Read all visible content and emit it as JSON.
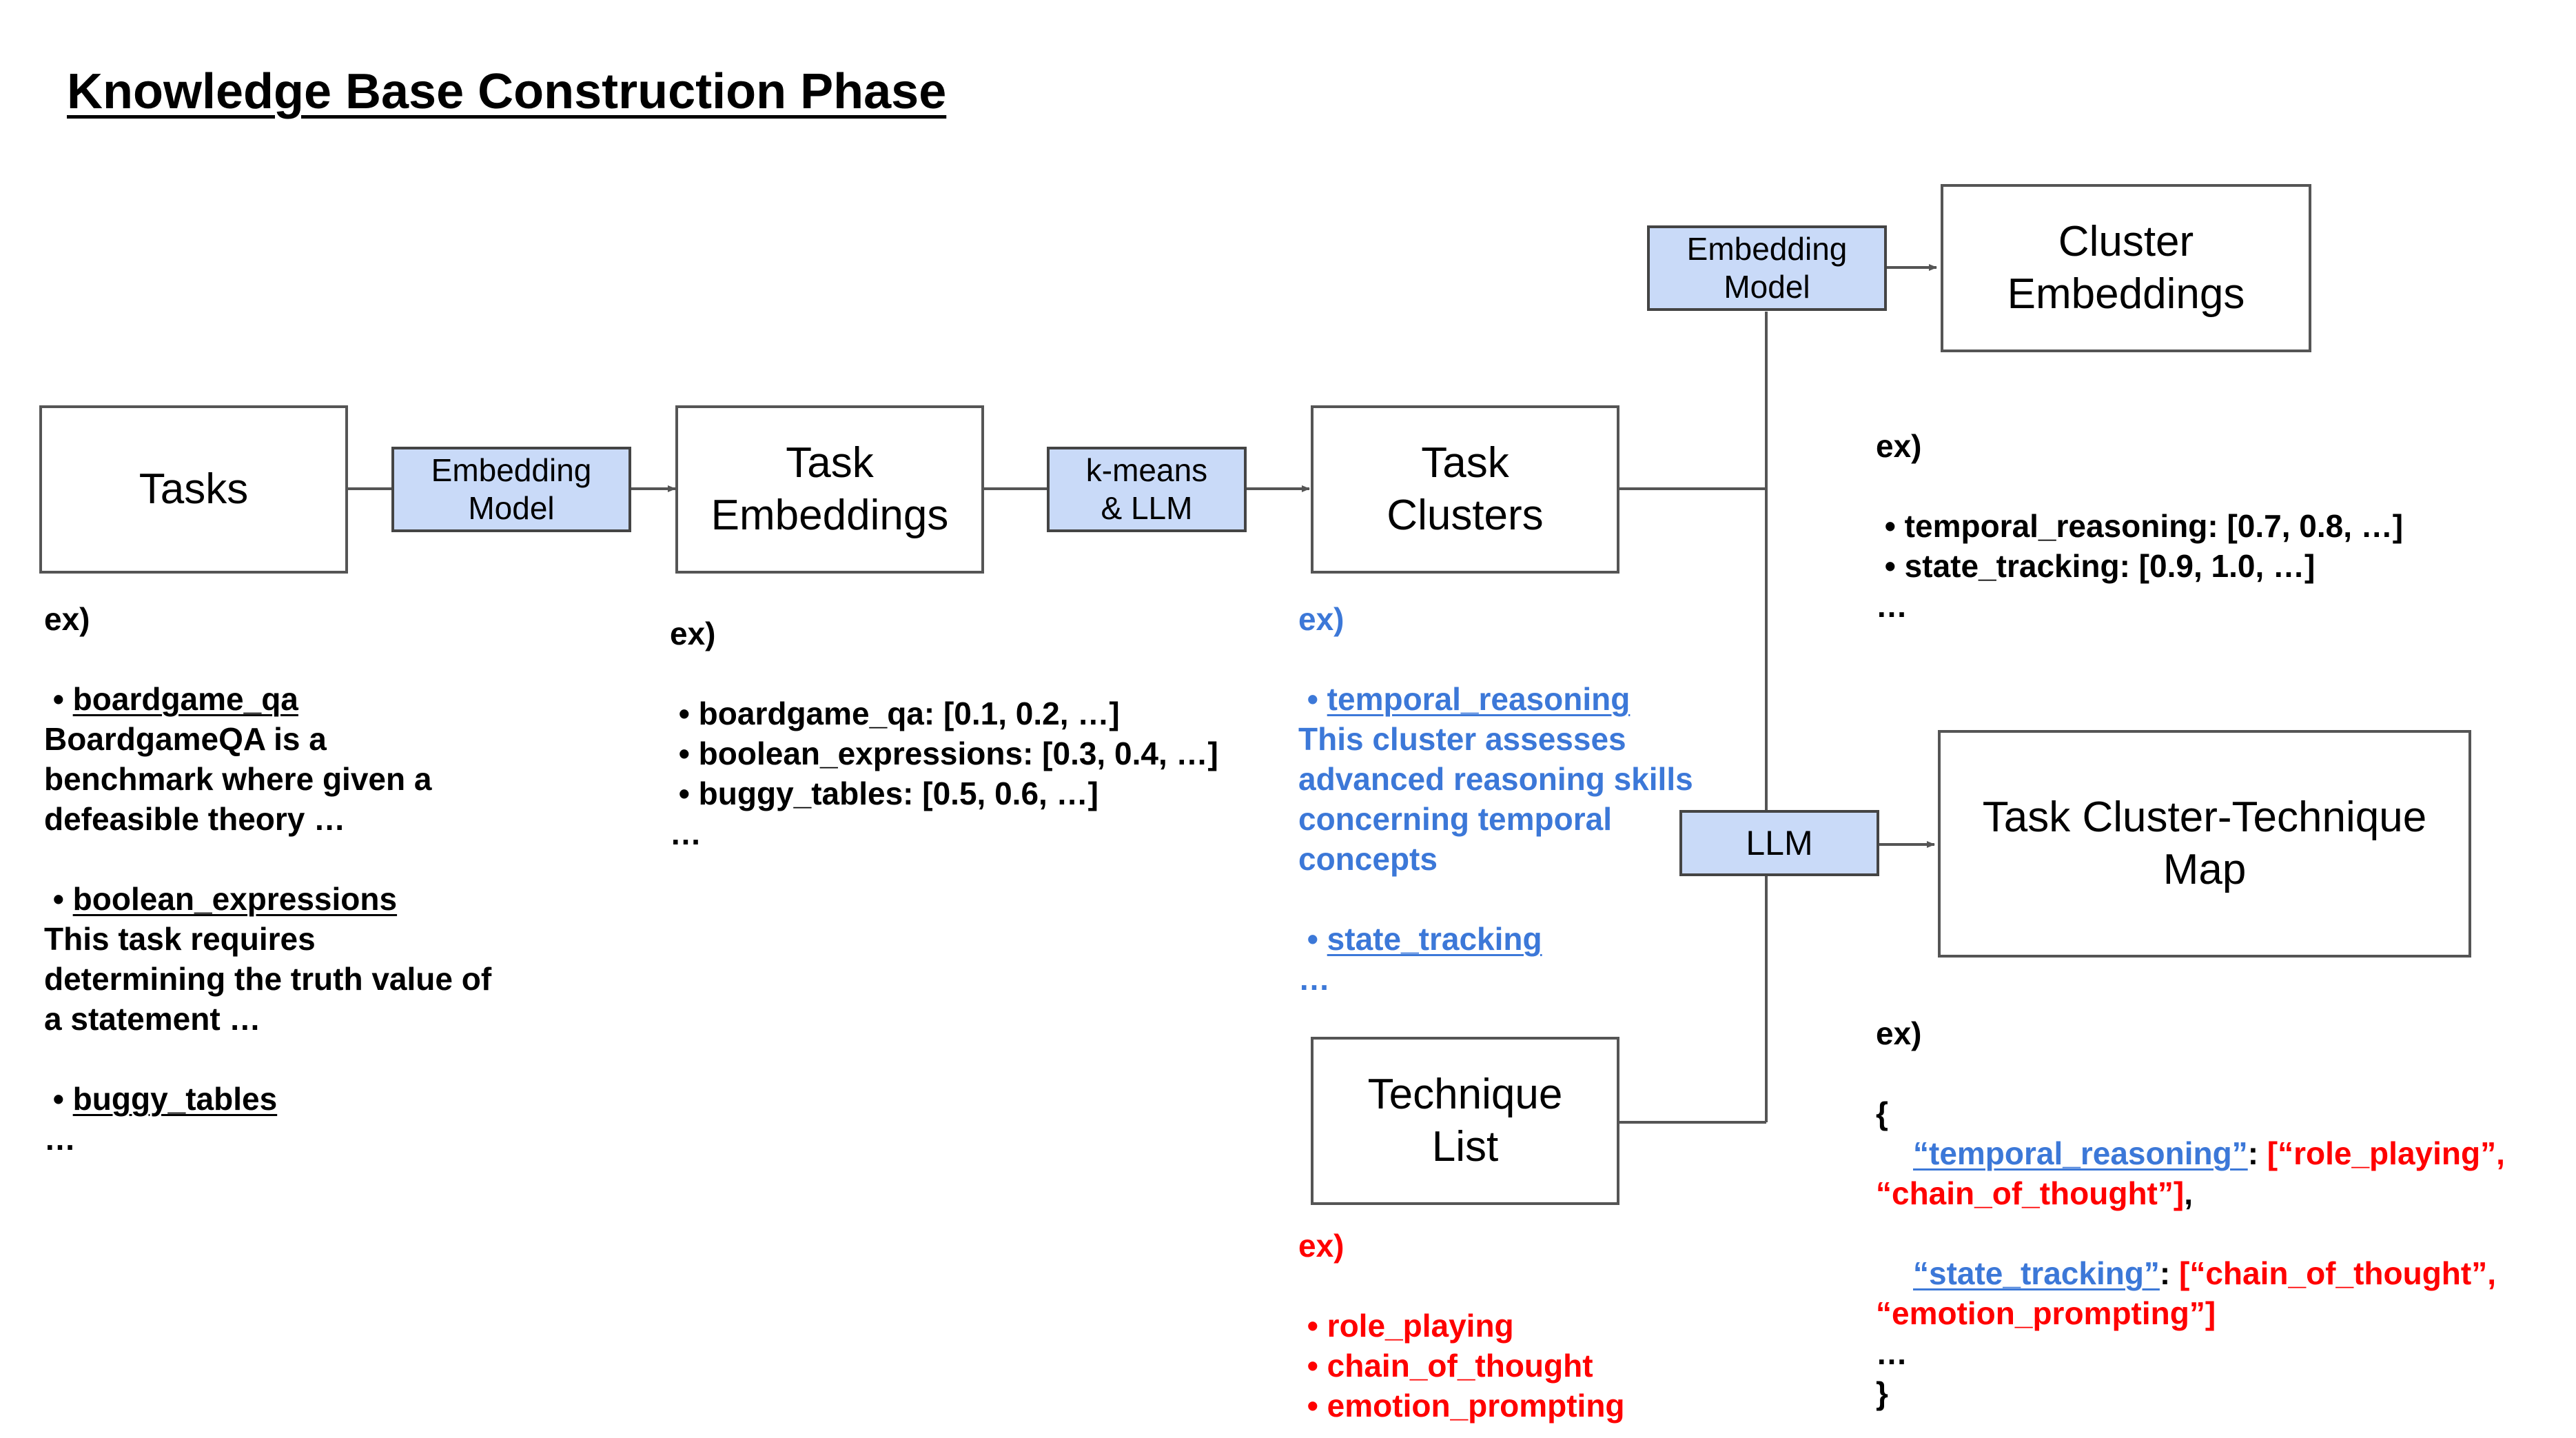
{
  "title": "Knowledge Base Construction Phase",
  "boxes": {
    "tasks": "Tasks",
    "task_embeddings": [
      "Task",
      "Embeddings"
    ],
    "task_clusters": [
      "Task",
      "Clusters"
    ],
    "cluster_embeddings": [
      "Cluster",
      "Embeddings"
    ],
    "technique_list": [
      "Technique",
      "List"
    ],
    "cluster_technique_map": [
      "Task Cluster-Technique",
      "Map"
    ]
  },
  "models": {
    "embedding_model_1": [
      "Embedding",
      "Model"
    ],
    "kmeans_llm": [
      "k-means",
      "& LLM"
    ],
    "embedding_model_2": [
      "Embedding",
      "Model"
    ],
    "llm": "LLM"
  },
  "examples": {
    "tasks": {
      "label": "ex)",
      "items": [
        {
          "name": "boardgame_qa",
          "desc": [
            "BoardgameQA is a",
            "benchmark where given a",
            "defeasible theory …"
          ]
        },
        {
          "name": "boolean_expressions",
          "desc": [
            "This task requires",
            "determining the truth value of",
            "a statement …"
          ]
        },
        {
          "name": "buggy_tables",
          "desc": []
        }
      ],
      "ellipsis": "…"
    },
    "task_embeddings": {
      "label": "ex)",
      "items": [
        "boardgame_qa: [0.1, 0.2, …]",
        "boolean_expressions: [0.3, 0.4, …]",
        "buggy_tables: [0.5, 0.6, …]"
      ],
      "ellipsis": "…"
    },
    "task_clusters": {
      "label": "ex)",
      "items": [
        {
          "name": "temporal_reasoning",
          "desc": [
            "This cluster assesses",
            "advanced reasoning skills",
            "concerning temporal",
            "concepts"
          ]
        },
        {
          "name": "state_tracking",
          "desc": []
        }
      ],
      "ellipsis": "…"
    },
    "cluster_embeddings": {
      "label": "ex)",
      "items": [
        "temporal_reasoning: [0.7, 0.8, …]",
        "state_tracking: [0.9, 1.0, …]"
      ],
      "ellipsis": "…"
    },
    "technique_list": {
      "label": "ex)",
      "items": [
        "role_playing",
        "chain_of_thought",
        "emotion_prompting"
      ]
    },
    "map": {
      "label": "ex)",
      "open": "{",
      "entry1_key": "“temporal_reasoning”",
      "colon": ":",
      "entry1_val_a": "[“role_playing”,",
      "entry1_val_b": "“chain_of_thought”]",
      "comma": ",",
      "entry2_key": "“state_tracking”",
      "entry2_val_a": "[“chain_of_thought”,",
      "entry2_val_b": "“emotion_prompting”]",
      "ellipsis": "…",
      "close": "}"
    }
  },
  "colors": {
    "model_fill": "#c9daf8",
    "blue_text": "#3c78d8",
    "red_text": "#ff0000",
    "line": "#555555"
  }
}
